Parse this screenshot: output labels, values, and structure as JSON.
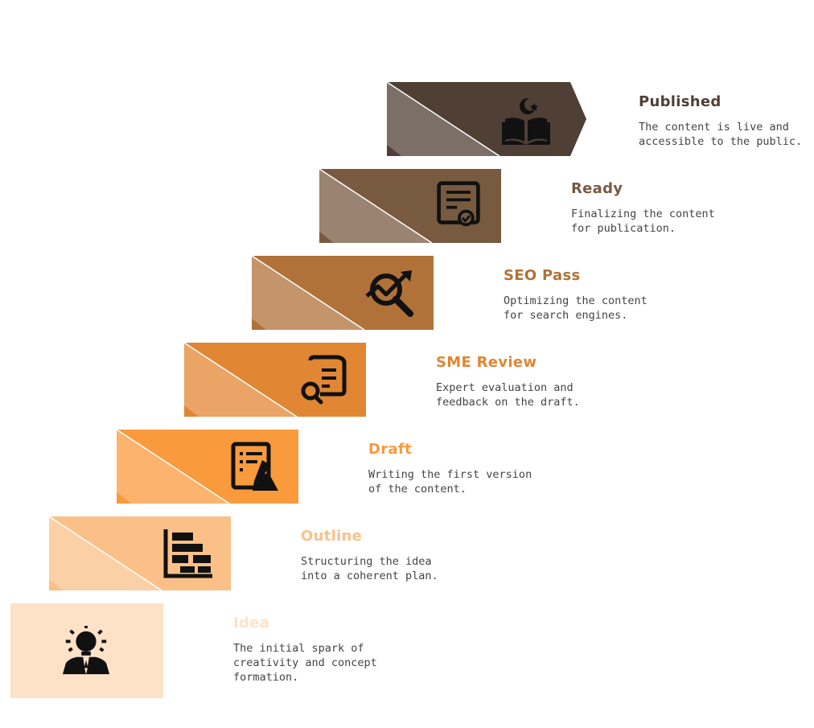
{
  "steps": [
    {
      "title": "Published",
      "desc": "The content is live and\naccessible to the public.",
      "color": "#4f3f35",
      "icon": "book-with-star-icon"
    },
    {
      "title": "Ready",
      "desc": "Finalizing the content\nfor publication.",
      "color": "#785a40",
      "icon": "checked-document-icon"
    },
    {
      "title": "SEO Pass",
      "desc": "Optimizing the content\nfor search engines.",
      "color": "#b07238",
      "icon": "trend-search-icon"
    },
    {
      "title": "SME Review",
      "desc": "Expert evaluation and\nfeedback on the draft.",
      "color": "#e18633",
      "icon": "document-search-icon"
    },
    {
      "title": "Draft",
      "desc": "Writing the first version\nof the content.",
      "color": "#f99a3d",
      "icon": "writing-document-icon"
    },
    {
      "title": "Outline",
      "desc": "Structuring the idea\ninto a coherent plan.",
      "color": "#fbc088",
      "icon": "structure-chart-icon"
    },
    {
      "title": "Idea",
      "desc": "The initial spark of\ncreativity and concept\nformation.",
      "color": "#fde2c7",
      "icon": "lightbulb-person-icon"
    }
  ]
}
